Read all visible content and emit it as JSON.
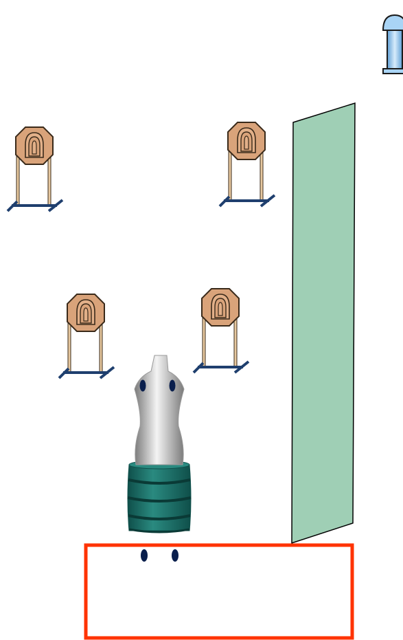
{
  "scene": {
    "description_free": true,
    "colors": {
      "background": "#ffffff",
      "barricade_fill": "#9fcfb5",
      "barricade_stroke": "#000000",
      "target_plate": "#d9a37a",
      "target_stroke": "#3a2a1a",
      "stand_post": "#e8c9a0",
      "stand_base": "#1f3f6e",
      "mannequin_light": "#f2f2f2",
      "mannequin_dark": "#8c8c8c",
      "barrel": "#2a8a80",
      "barrel_dark": "#0f4f4a",
      "dot": "#0a1f4d",
      "shooting_box": "#ff3300",
      "icon_light": "#a9d4f5",
      "icon_stroke": "#1a1a1a"
    },
    "icons": {
      "stand_icon": "microphone-stand-icon",
      "target": "steel-target-icon",
      "mannequin": "mannequin-icon",
      "barrel": "barrel-icon",
      "barricade": "wall-barricade",
      "shooting_box": "shooting-box",
      "footprint": "foot-marker-icon"
    },
    "targets": [
      {
        "id": "target-1"
      },
      {
        "id": "target-2"
      },
      {
        "id": "target-3"
      },
      {
        "id": "target-4"
      }
    ],
    "foot_markers": [
      {
        "id": "foot-left"
      },
      {
        "id": "foot-right"
      }
    ]
  }
}
